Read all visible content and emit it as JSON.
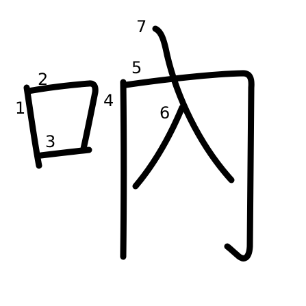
{
  "stroke_numbers": [
    "1",
    "2",
    "3",
    "4",
    "5",
    "6",
    "7"
  ],
  "colors": {
    "background": "#ffffff",
    "ink": "#000000"
  }
}
